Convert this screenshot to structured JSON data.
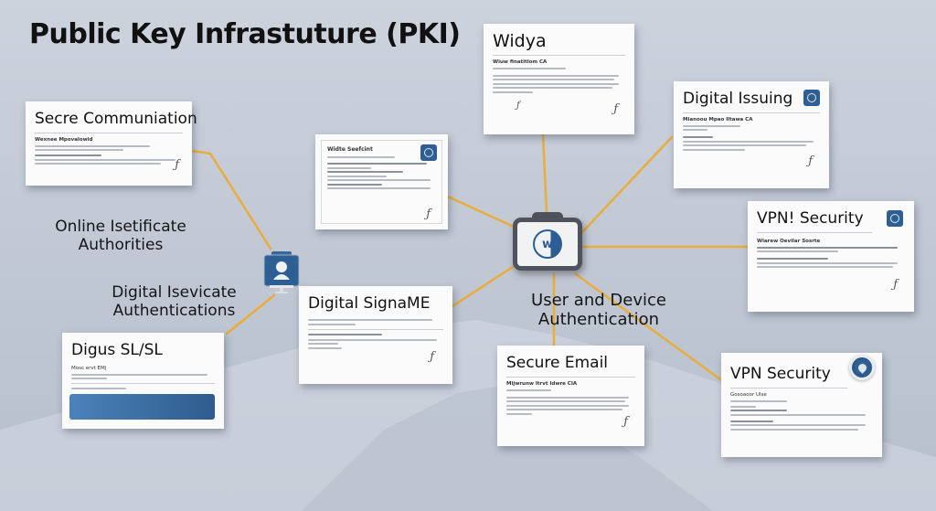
{
  "title": "Public Key Infrastuture (PKI)",
  "colors": {
    "connector": "#e8ad3c",
    "accent_blue": "#2e5f93",
    "background": "#c6ccd7",
    "card": "#fbfbfc"
  },
  "hub": {
    "icon": "w-logo-folder-icon",
    "logo_letter": "w",
    "label_line1": "User and Device",
    "label_line2": "Authentication"
  },
  "user_node": {
    "icon": "user-profile-monitor-icon"
  },
  "labels": {
    "online_ca_line1": "Online Isetificate",
    "online_ca_line2": "Authorities",
    "digital_auth_line1": "Digital Isevicate",
    "digital_auth_line2": "Authentications"
  },
  "cards": {
    "secre_communiation": {
      "title": "Secre Communiation",
      "subtitle": "Wexnee Mpovalowid"
    },
    "widya": {
      "title": "Widya",
      "subtitle": "Wiuw finatitlom CA"
    },
    "widte_seefcint": {
      "title": "Widte Seefcint",
      "subtitle": ""
    },
    "digital_issuing": {
      "title": "Digital Issuing",
      "subtitle": "Mianoou Mpao Iltawa CA"
    },
    "vpn_security_1": {
      "title": "VPN! Security",
      "subtitle": "Wiarew Oevilar Sosrte"
    },
    "digus_sl": {
      "title": "Digus SL/SL",
      "subtitle": "Mosc ervt EMj"
    },
    "digital_signame": {
      "title": "Digital SignaME",
      "subtitle": ""
    },
    "secure_email": {
      "title": "Secure Email",
      "subtitle": "Mijwrunw Itrvt Idwre CIA"
    },
    "vpn_security_2": {
      "title": "VPN Security",
      "subtitle": "Gosoaoor Ulse"
    }
  }
}
